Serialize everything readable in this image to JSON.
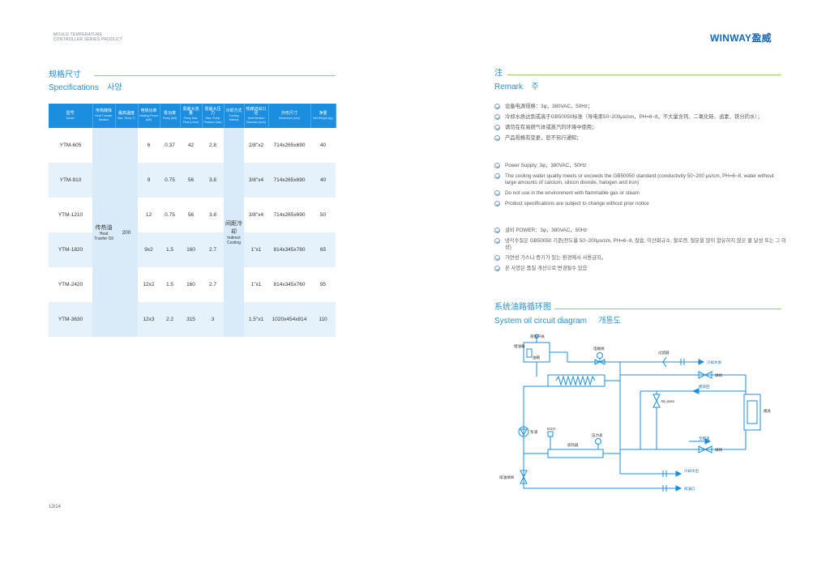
{
  "header": {
    "subtitle_line1": "MOULD TEMPERATURE",
    "subtitle_line2": "CONTROLLER SERIES PRODUCT",
    "logo": "WINWAY盈威"
  },
  "spec_section": {
    "title_zh": "规格尺寸",
    "title_en": "Specifications",
    "title_kr": "사양"
  },
  "table": {
    "headers": [
      {
        "zh": "型号",
        "en": "Model"
      },
      {
        "zh": "传热媒体",
        "en": "Heat Transfer Medium"
      },
      {
        "zh": "最高温度",
        "en": "Max. Temp.℃"
      },
      {
        "zh": "电热功率",
        "en": "Heating Power (kW)"
      },
      {
        "zh": "泵功率",
        "en": "Pump (kW)"
      },
      {
        "zh": "泵最大流量",
        "en": "Pump Max. Flow (L/min)"
      },
      {
        "zh": "泵最大压力",
        "en": "Max. Pump Pressure (bar)"
      },
      {
        "zh": "冷却方式",
        "en": "Cooling Method"
      },
      {
        "zh": "热媒进出口径",
        "en": "Heat Medium Diameter (inch)"
      },
      {
        "zh": "外形尺寸",
        "en": "Dimension (mm)"
      },
      {
        "zh": "净重",
        "en": "Net Weight (kg)"
      }
    ],
    "rows": [
      {
        "model": "YTM-605",
        "power": "6",
        "pump": "0.37",
        "flow": "42",
        "pressure": "2.8",
        "pipe": "2/8\"x2",
        "dim": "714x265x690",
        "weight": "40"
      },
      {
        "model": "YTM-910",
        "power": "9",
        "pump": "0.75",
        "flow": "56",
        "pressure": "3.8",
        "pipe": "3/8\"x4",
        "dim": "714x265x690",
        "weight": "40"
      },
      {
        "model": "YTM-1210",
        "power": "12",
        "pump": "0.75",
        "flow": "56",
        "pressure": "3.8",
        "pipe": "3/8\"x4",
        "dim": "714x265x690",
        "weight": "50"
      },
      {
        "model": "YTM-1820",
        "power": "9x2",
        "pump": "1.5",
        "flow": "160",
        "pressure": "2.7",
        "pipe": "1\"x1",
        "dim": "814x345x760",
        "weight": "65"
      },
      {
        "model": "YTM-2420",
        "power": "12x2",
        "pump": "1.5",
        "flow": "160",
        "pressure": "2.7",
        "pipe": "1\"x1",
        "dim": "814x345x760",
        "weight": "95"
      },
      {
        "model": "YTM-3630",
        "power": "12x3",
        "pump": "2.2",
        "flow": "315",
        "pressure": "3",
        "pipe": "1.5\"x1",
        "dim": "1020x454x814",
        "weight": "110"
      }
    ],
    "medium_zh": "传热油",
    "medium_en": "Heat Tranfer Oil",
    "max_temp": "200",
    "cooling_zh": "间距冷却",
    "cooling_en": "Indirect Cooling"
  },
  "page_number": "13/14",
  "remark_section": {
    "title_zh": "注",
    "title_en": "Remark",
    "title_kr": "주",
    "items_zh": [
      "设备电源规格：3φ，380VAC，50Hz；",
      "冷却水质达到或高于GB50050标准（导电率50~200μs/cm，PH=6~8，不大量含钙、二氧化硅、卤素、铁分的水）；",
      "请勿在有易燃气体或蒸汽的环境中使用；",
      "产品规格有变更，恕不另行通知；"
    ],
    "items_en": [
      "Power Supply: 3φ，380VAC，50Hz",
      "The cooling water quality meets or exceeds the GB50050 standard (conductivity 50~200 μs/cm, PH=6~8, water without large amounts of calcium, silicon dioxide, halogen and iron)",
      "Do not use in the environment with flammable gas or steam",
      "Product specifications are subject to change without prior notice"
    ],
    "items_kr": [
      "설비 POWER：3φ，380VAC，50Hz",
      "냉각수질은 GB50050 기준(전도율 50~200μs/cm, PH=6~8, 칼슘, 이산화규소, 할로겐, 철분을 많이 함유하지 않은 물 달성 또는 그 이상)",
      "가연성 가스나 증기가 있는 환경에서 사용금지。",
      "본 사양은 품질 개선으로 변경될수 있음"
    ]
  },
  "diagram_section": {
    "title_zh": "系统油路循环图",
    "title_en": "System oil circuit diagram",
    "title_kr": "개통도"
  },
  "diagram": {
    "level_switch": "液位开关",
    "tank_v": "储油箱",
    "tank": "油箱",
    "solenoid": "电磁阀",
    "filter": "过滤器",
    "cooling_in": "冷却水进",
    "valve_top": "球阀",
    "return_oil": "模具回",
    "bypass": "By pass",
    "mould_v": "模具",
    "pump": "泵浦",
    "ego": "EGO",
    "gauge": "压力表",
    "heater": "加热器",
    "oil_supply": "至模具",
    "valve_bottom": "球阀",
    "drain_valve": "排油球阀",
    "cooling_out": "冷却水出",
    "drain_out": "排油口"
  },
  "colors": {
    "accent": "#1c8ee0",
    "title": "#2a8fd0",
    "rule": "#9ccd6b",
    "logo": "#1466b5"
  }
}
